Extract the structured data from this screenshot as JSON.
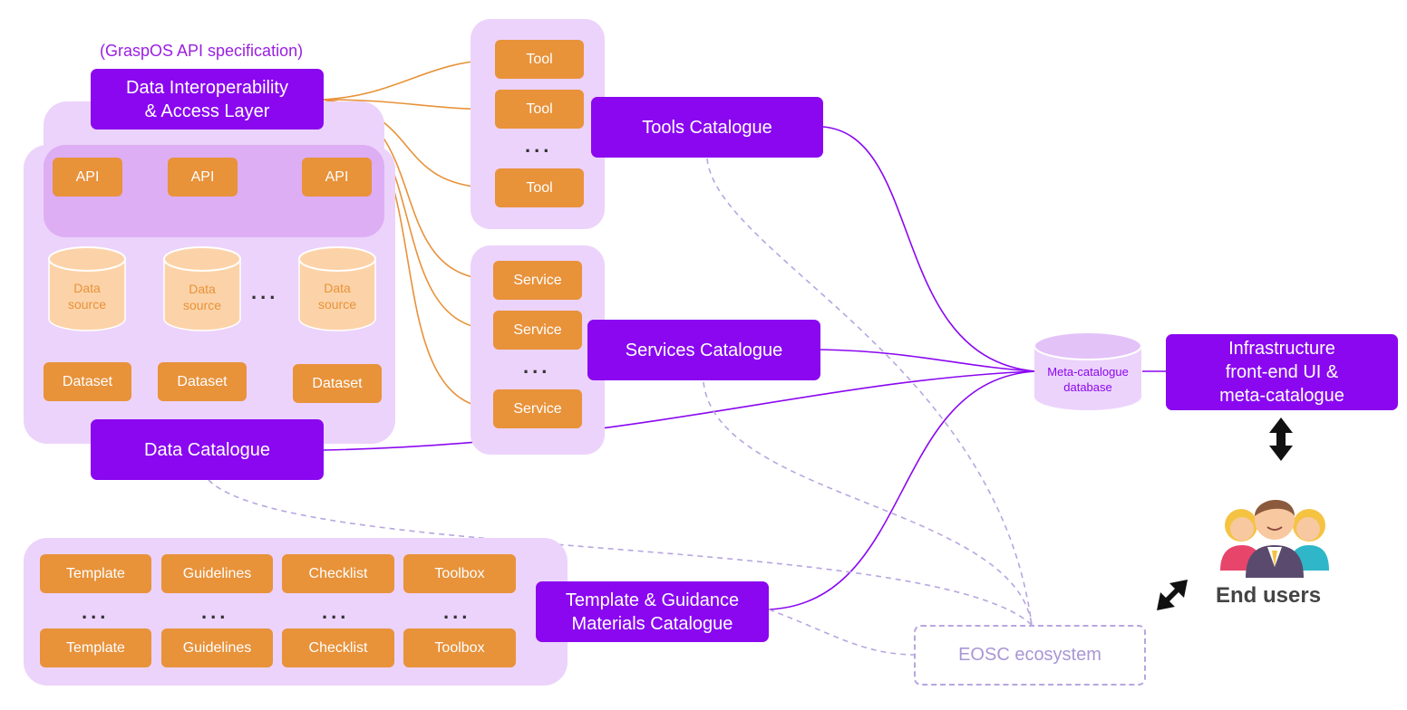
{
  "api_spec_note": "(GraspOS API specification)",
  "data_layer": {
    "title": "Data Interoperability\n& Access Layer"
  },
  "apis": [
    "API",
    "API",
    "API"
  ],
  "data_sources": [
    "Data\nsource",
    "Data\nsource",
    "Data\nsource"
  ],
  "datasets": [
    "Dataset",
    "Dataset",
    "Dataset"
  ],
  "data_catalogue": "Data Catalogue",
  "tools": {
    "items": [
      "Tool",
      "Tool",
      "Tool"
    ],
    "ellipsis": "...",
    "catalogue": "Tools Catalogue"
  },
  "services": {
    "items": [
      "Service",
      "Service",
      "Service"
    ],
    "ellipsis": "...",
    "catalogue": "Services Catalogue"
  },
  "materials": {
    "row1": [
      "Template",
      "Guidelines",
      "Checklist",
      "Toolbox"
    ],
    "row2": [
      "Template",
      "Guidelines",
      "Checklist",
      "Toolbox"
    ],
    "ellipsis": "...",
    "catalogue": "Template & Guidance\nMaterials Catalogue"
  },
  "data_sources_ellipsis": "...",
  "meta_db": "Meta-catalogue\ndatabase",
  "infrastructure": "Infrastructure\nfront-end UI &\nmeta-catalogue",
  "end_users": "End users",
  "eosc": "EOSC ecosystem",
  "colors": {
    "purple": "#8a07f0",
    "orange": "#e8923a",
    "panel": "#ecd3fb",
    "dashed": "#b7a6e0"
  }
}
